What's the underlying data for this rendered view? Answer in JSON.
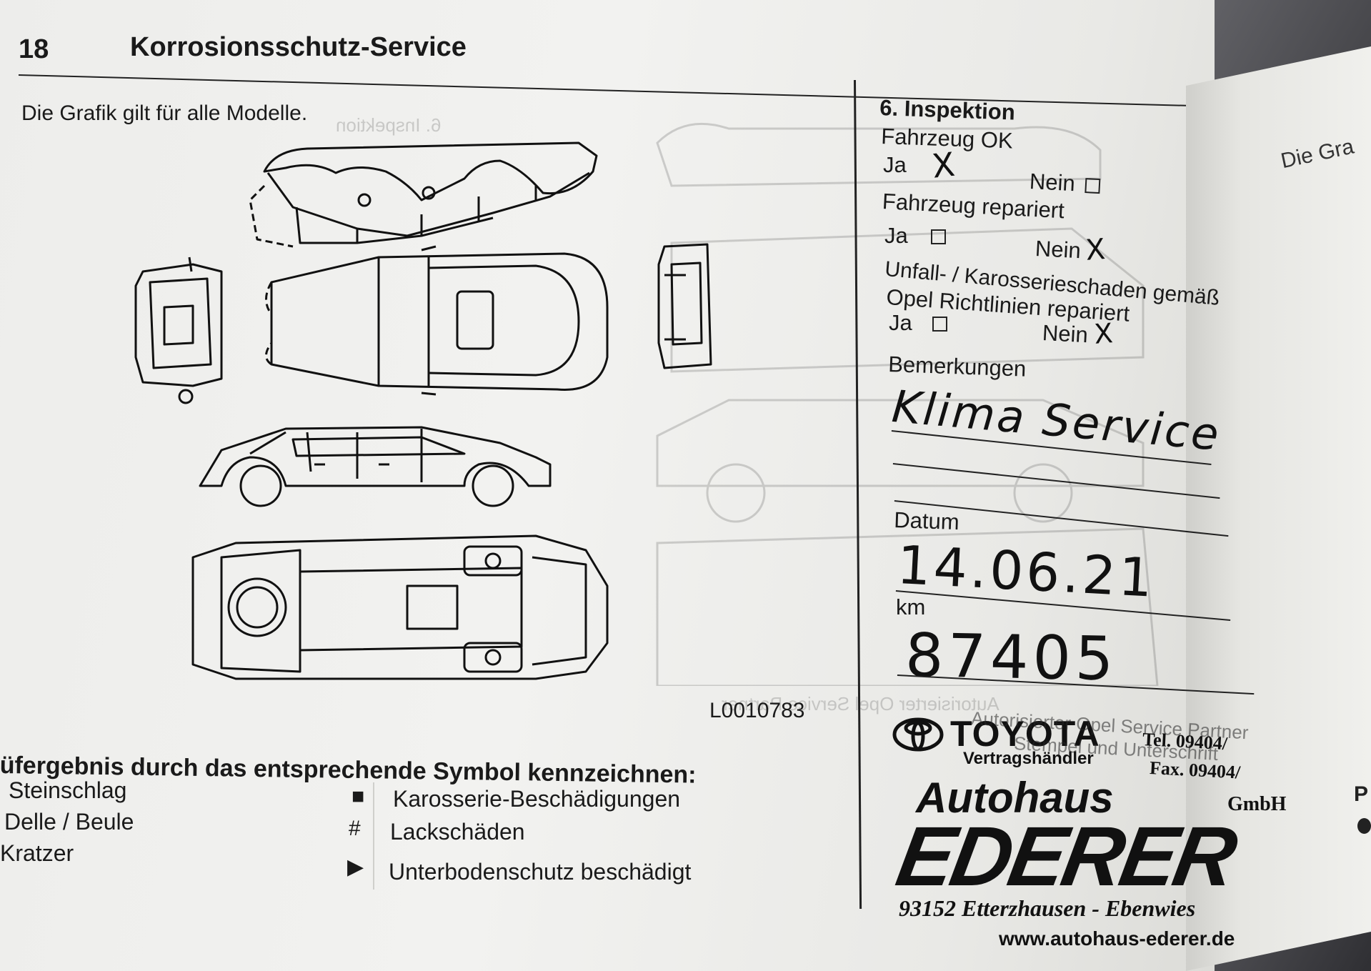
{
  "header": {
    "page_number": "18",
    "title": "Korrosionsschutz-Service"
  },
  "intro": {
    "text": "Die Grafik gilt für alle Modelle."
  },
  "figure": {
    "reference_code": "L0010783"
  },
  "legend": {
    "heading": "üfergebnis durch das entsprechende Symbol kennzeichnen:",
    "left_items": [
      "Steinschlag",
      "Delle / Beule",
      "Kratzer"
    ],
    "right_items": [
      {
        "symbol": "■",
        "label": "Karosserie-Beschädigungen"
      },
      {
        "symbol": "#",
        "label": "Lackschäden"
      },
      {
        "symbol": "▶",
        "label": "Unterbodenschutz beschädigt"
      }
    ]
  },
  "inspection": {
    "heading": "6. Inspektion",
    "q1": {
      "label": "Fahrzeug OK",
      "ja": "Ja",
      "nein": "Nein",
      "ja_mark": "X"
    },
    "q2": {
      "label": "Fahrzeug repariert",
      "ja": "Ja",
      "nein": "Nein",
      "nein_mark": "X"
    },
    "q3": {
      "label_line1": "Unfall- / Karosserieschaden gemäß",
      "label_line2": "Opel Richtlinien repariert",
      "ja": "Ja",
      "nein": "Nein",
      "nein_mark": "X"
    },
    "remarks_label": "Bemerkungen",
    "remarks_value": "Klima Service",
    "date_label": "Datum",
    "date_value": "14.06.21",
    "km_label": "km",
    "km_value": "87405"
  },
  "stamp": {
    "brand": "TOYOTA",
    "dealer_type": "Vertragshändler",
    "faded_line1": "Autorisierter Opel Service Partner",
    "faded_line2": "Stempel und Unterschrift",
    "tel": "Tel. 09404/",
    "fax": "Fax. 09404/",
    "company_line1": "Autohaus",
    "company_suffix": "GmbH",
    "company_line2": "EDERER",
    "address": "93152 Etterzhausen - Ebenwies",
    "website": "www.autohaus-ederer.de"
  },
  "right_page": {
    "fragment": "Die Gra",
    "letter": "P"
  }
}
